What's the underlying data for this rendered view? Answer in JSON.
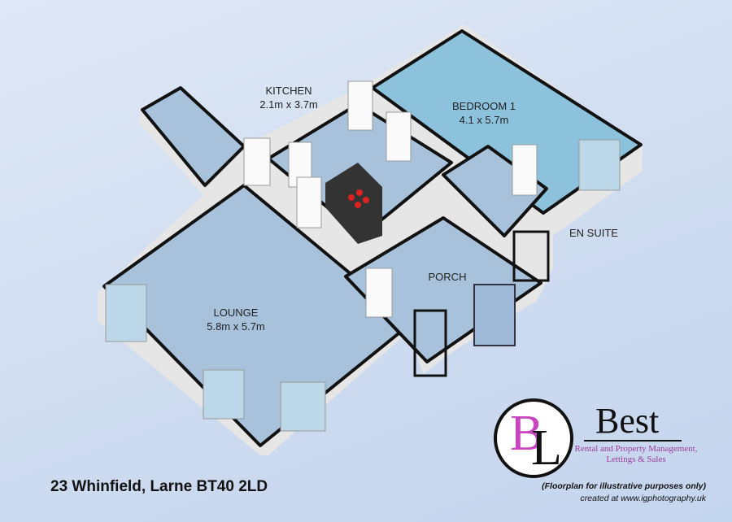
{
  "rooms": [
    {
      "name": "KITCHEN",
      "size": "2.1m x 3.7m"
    },
    {
      "name": "BEDROOM 1",
      "size": "4.1 x 5.7m"
    },
    {
      "name": "EN SUITE",
      "size": ""
    },
    {
      "name": "PORCH",
      "size": ""
    },
    {
      "name": "LOUNGE",
      "size": "5.8m x 5.7m"
    }
  ],
  "address": "23 Whinfield, Larne BT40 2LD",
  "logo": {
    "letters": "BL",
    "brand": "Best",
    "tagline": "Rental and Property Management, Lettings & Sales"
  },
  "disclaimer": "(Floorplan for illustrative purposes only)",
  "credit": "created at www.igphotography.uk",
  "colors": {
    "floor": "#a8c2dc",
    "bedroom_floor": "#8cc2dc",
    "wall": "#f4f4f4",
    "wall_top": "#111111",
    "logo_accent": "#c945c0"
  }
}
